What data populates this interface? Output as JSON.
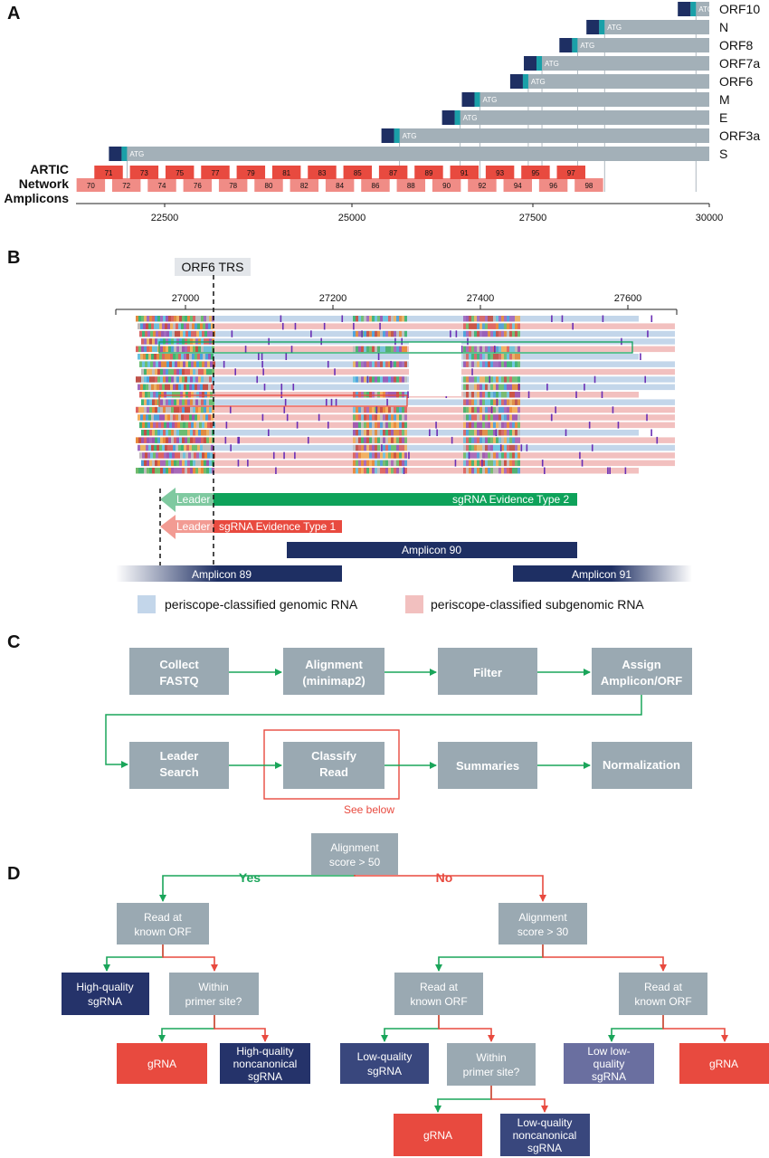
{
  "panels": {
    "a": "A",
    "b": "B",
    "c": "C",
    "d": "D"
  },
  "panel_a": {
    "orfs": [
      {
        "name": "ORF10",
        "start": 29558
      },
      {
        "name": "N",
        "start": 28274
      },
      {
        "name": "ORF8",
        "start": 27894
      },
      {
        "name": "ORF7a",
        "start": 27394
      },
      {
        "name": "ORF6",
        "start": 27202
      },
      {
        "name": "M",
        "start": 26523
      },
      {
        "name": "E",
        "start": 26245
      },
      {
        "name": "ORF3a",
        "start": 25393
      },
      {
        "name": "S",
        "start": 21563
      }
    ],
    "atg_label": "ATG",
    "amplicon_label_lines": [
      "ARTIC",
      "Network",
      "Amplicons"
    ],
    "amplicons_odd": [
      {
        "id": "71",
        "start": 21358
      },
      {
        "id": "73",
        "start": 21858
      },
      {
        "id": "75",
        "start": 22358
      },
      {
        "id": "77",
        "start": 22858
      },
      {
        "id": "79",
        "start": 23358
      },
      {
        "id": "81",
        "start": 23858
      },
      {
        "id": "83",
        "start": 24358
      },
      {
        "id": "85",
        "start": 24858
      },
      {
        "id": "87",
        "start": 25358
      },
      {
        "id": "89",
        "start": 25858
      },
      {
        "id": "91",
        "start": 26358
      },
      {
        "id": "93",
        "start": 26858
      },
      {
        "id": "95",
        "start": 27358
      },
      {
        "id": "97",
        "start": 27858
      }
    ],
    "amplicons_even": [
      {
        "id": "70",
        "start": 21108
      },
      {
        "id": "72",
        "start": 21608
      },
      {
        "id": "74",
        "start": 22108
      },
      {
        "id": "76",
        "start": 22608
      },
      {
        "id": "78",
        "start": 23108
      },
      {
        "id": "80",
        "start": 23608
      },
      {
        "id": "82",
        "start": 24108
      },
      {
        "id": "84",
        "start": 24608
      },
      {
        "id": "86",
        "start": 25108
      },
      {
        "id": "88",
        "start": 25608
      },
      {
        "id": "90",
        "start": 26108
      },
      {
        "id": "92",
        "start": 26608
      },
      {
        "id": "94",
        "start": 27108
      },
      {
        "id": "96",
        "start": 27608
      },
      {
        "id": "98",
        "start": 28108
      }
    ],
    "axis_ticks": [
      "22500",
      "25000",
      "27500",
      "30000"
    ]
  },
  "panel_b": {
    "trs_label": "ORF6 TRS",
    "axis_ticks": [
      "27000",
      "27200",
      "27400",
      "27600"
    ],
    "leader": "Leader",
    "evidence2": "sgRNA Evidence Type 2",
    "evidence1": "sgRNA Evidence Type 1",
    "amplicon90": "Amplicon 90",
    "amplicon89": "Amplicon 89",
    "amplicon91": "Amplicon 91",
    "legend_genomic": "periscope-classified genomic RNA",
    "legend_subgenomic": "periscope-classified subgenomic RNA",
    "colors": {
      "genomic": "#c3d6ea",
      "subgenomic": "#f2c0bf",
      "green": "#0ea25a",
      "red": "#e84a3f",
      "navy": "#1e2f63"
    }
  },
  "panel_c": {
    "collect": [
      "Collect",
      "FASTQ"
    ],
    "alignment": [
      "Alignment",
      "(minimap2)"
    ],
    "filter": "Filter",
    "assign": [
      "Assign",
      "Amplicon/ORF"
    ],
    "leader_search": [
      "Leader",
      "Search"
    ],
    "classify": [
      "Classify",
      "Read"
    ],
    "summaries": "Summaries",
    "normalization": "Normalization",
    "see_below": "See below"
  },
  "panel_d": {
    "root": [
      "Alignment",
      "score > 50"
    ],
    "yes": "Yes",
    "no": "No",
    "left_known": [
      "Read at",
      "known ORF"
    ],
    "hq_sgrna": [
      "High-quality",
      "sgRNA"
    ],
    "left_primer": [
      "Within",
      "primer site?"
    ],
    "grna": "gRNA",
    "hq_noncanonical": [
      "High-quality",
      "noncanonical",
      "sgRNA"
    ],
    "score30": [
      "Alignment",
      "score > 30"
    ],
    "mid_known": [
      "Read at",
      "known ORF"
    ],
    "lq_sgrna": [
      "Low-quality",
      "sgRNA"
    ],
    "mid_primer": [
      "Within",
      "primer site?"
    ],
    "lq_noncanonical": [
      "Low-quality",
      "noncanonical",
      "sgRNA"
    ],
    "right_known": [
      "Read at",
      "known ORF"
    ],
    "llq_sgrna": [
      "Low low-",
      "quality",
      "sgRNA"
    ],
    "colors": {
      "gray": "#9aa9b2",
      "navy": "#25336a",
      "red": "#e84a3f",
      "purple": "#6a6fa0",
      "green": "#1aa55a"
    }
  }
}
